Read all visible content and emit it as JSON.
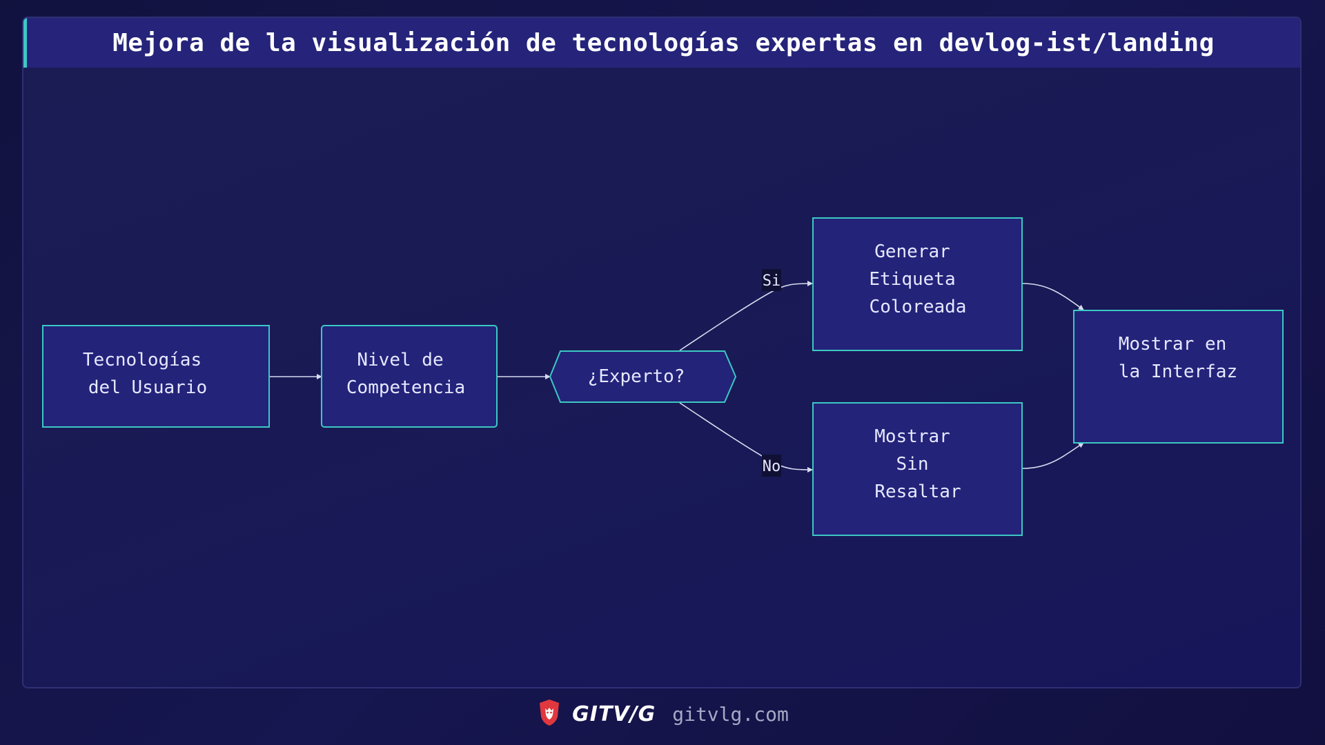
{
  "title": "Mejora de la visualización de tecnologías expertas en devlog-ist/landing",
  "nodes": {
    "tech": {
      "lines": [
        "Tecnologías",
        "del Usuario"
      ]
    },
    "level": {
      "lines": [
        "Nivel de",
        "Competencia"
      ]
    },
    "expert": {
      "lines": [
        "¿Experto?"
      ]
    },
    "generate": {
      "lines": [
        "Generar",
        "Etiqueta",
        "Coloreada"
      ]
    },
    "plain": {
      "lines": [
        "Mostrar",
        "Sin",
        "Resaltar"
      ]
    },
    "show": {
      "lines": [
        "Mostrar en",
        "la Interfaz"
      ]
    }
  },
  "edges": {
    "yes_label": "Si",
    "no_label": "No"
  },
  "footer": {
    "brand": "GITV/G",
    "url": "gitvlg.com",
    "logo_icon": "lion-shield-icon"
  },
  "colors": {
    "node_fill": "#23237a",
    "node_stroke": "#3dc9c4",
    "edge": "#d8dbef",
    "accent": "#3dc9c4",
    "logo": "#e0383e"
  }
}
